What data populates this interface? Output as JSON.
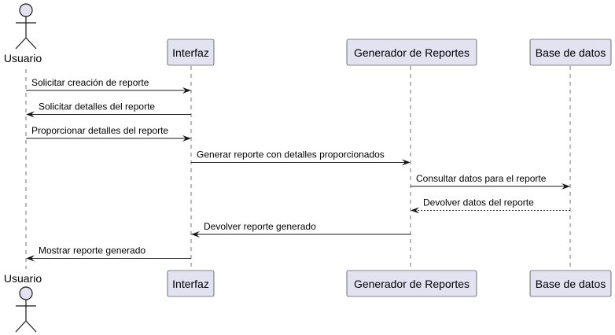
{
  "participants": {
    "usuario": {
      "label": "Usuario",
      "kind": "actor"
    },
    "interfaz": {
      "label": "Interfaz",
      "kind": "participant"
    },
    "generador": {
      "label": "Generador de Reportes",
      "kind": "participant"
    },
    "base": {
      "label": "Base de datos",
      "kind": "participant"
    }
  },
  "messages": [
    {
      "from": "usuario",
      "to": "interfaz",
      "label": "Solicitar creación de reporte",
      "style": "solid"
    },
    {
      "from": "interfaz",
      "to": "usuario",
      "label": "Solicitar detalles del reporte",
      "style": "solid"
    },
    {
      "from": "usuario",
      "to": "interfaz",
      "label": "Proporcionar detalles del reporte",
      "style": "solid"
    },
    {
      "from": "interfaz",
      "to": "generador",
      "label": "Generar reporte con detalles proporcionados",
      "style": "solid"
    },
    {
      "from": "generador",
      "to": "base",
      "label": "Consultar datos para el reporte",
      "style": "solid"
    },
    {
      "from": "base",
      "to": "generador",
      "label": "Devolver datos del reporte",
      "style": "dashed"
    },
    {
      "from": "generador",
      "to": "interfaz",
      "label": "Devolver reporte generado",
      "style": "solid"
    },
    {
      "from": "interfaz",
      "to": "usuario",
      "label": "Mostrar reporte generado",
      "style": "solid"
    }
  ],
  "colors": {
    "participant_fill": "#E2E2F0",
    "line": "#181818"
  }
}
